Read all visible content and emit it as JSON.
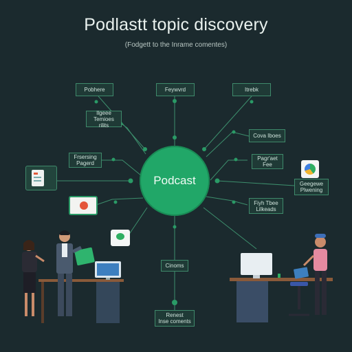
{
  "title": "Podlastt topic discovery",
  "subtitle": "(Fodgett to the Inrame comentes)",
  "hub": {
    "label": "Podcast"
  },
  "nodes": [
    {
      "id": "n1",
      "label": "Pobhere"
    },
    {
      "id": "n2",
      "label": "Feywvrd"
    },
    {
      "id": "n3",
      "label": "Itrebk"
    },
    {
      "id": "n4",
      "label": "Ilgeee\nTemioes rilits"
    },
    {
      "id": "n5",
      "label": "Cova Iboes"
    },
    {
      "id": "n6",
      "label": "Frsersing\nPagerd"
    },
    {
      "id": "n7",
      "label": "Pagr'aet\nFee"
    },
    {
      "id": "n8",
      "label": "Geegewe\nPlwening"
    },
    {
      "id": "n9",
      "label": "Fiyh Tbee\nLilkeads"
    },
    {
      "id": "n10",
      "label": "Cinoms"
    },
    {
      "id": "n11",
      "label": "Renest\nInse coments"
    }
  ],
  "colors": {
    "background": "#1b2a2e",
    "accent": "#21a768",
    "node_border": "#3f8a6b",
    "node_fill": "#1f3a36"
  }
}
